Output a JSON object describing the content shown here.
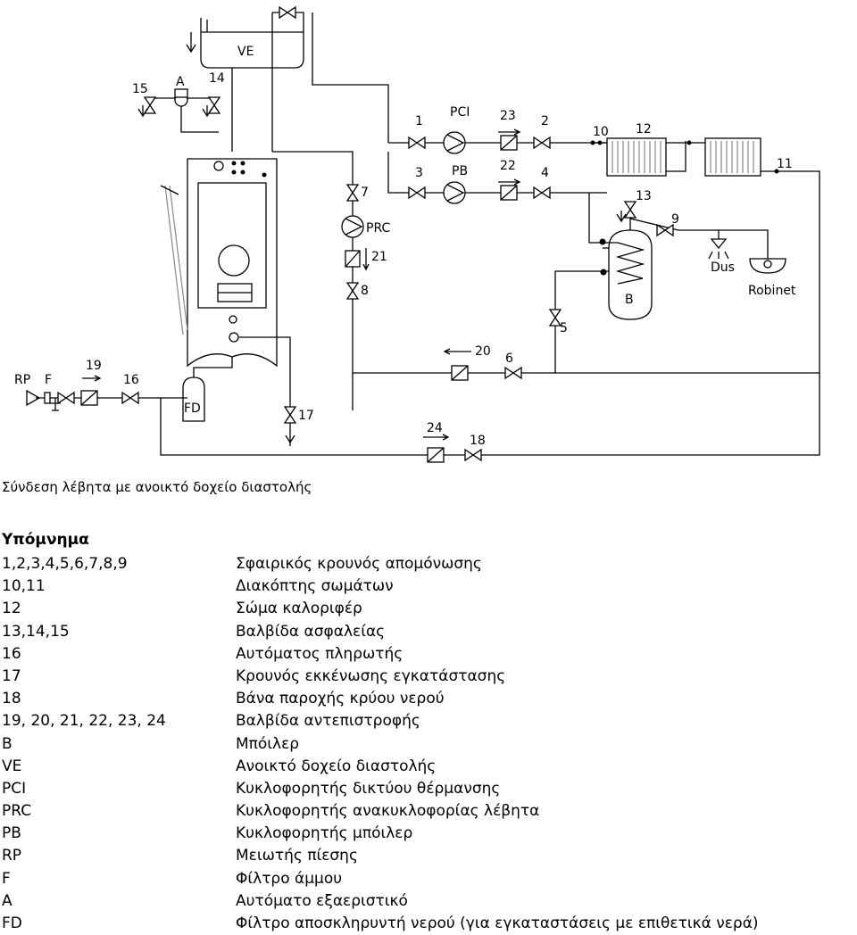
{
  "diagram": {
    "labels": {
      "ve": "VE",
      "a": "A",
      "n15": "15",
      "n14": "14",
      "n1": "1",
      "pci": "PCI",
      "n23": "23",
      "n2": "2",
      "n10": "10",
      "n12": "12",
      "n3": "3",
      "pb": "PB",
      "n22": "22",
      "n4": "4",
      "n11": "11",
      "n7": "7",
      "prc": "PRC",
      "n21": "21",
      "n8": "8",
      "n13": "13",
      "n9": "9",
      "dus": "Dus",
      "robinet": "Robinet",
      "b": "B",
      "n5": "5",
      "n20": "20",
      "n6": "6",
      "rp": "RP",
      "f": "F",
      "n19": "19",
      "n16": "16",
      "fd": "FD",
      "n17": "17",
      "n24": "24",
      "n18": "18"
    }
  },
  "caption": "Σύνδεση λέβητα με ανοικτό δοχείο διαστολής",
  "legend": {
    "title": "Υπόμνημα",
    "items": [
      {
        "key": "1,2,3,4,5,6,7,8,9",
        "desc": "Σφαιρικός κρουνός απομόνωσης"
      },
      {
        "key": "10,11",
        "desc": "Διακόπτης σωμάτων"
      },
      {
        "key": "12",
        "desc": "Σώμα καλοριφέρ"
      },
      {
        "key": "13,14,15",
        "desc": "Βαλβίδα ασφαλείας"
      },
      {
        "key": "16",
        "desc": "Αυτόματος πληρωτής"
      },
      {
        "key": "17",
        "desc": "Κρουνός εκκένωσης εγκατάστασης"
      },
      {
        "key": "18",
        "desc": "Βάνα παροχής κρύου νερού"
      },
      {
        "key": "19, 20, 21, 22, 23, 24",
        "desc": "Βαλβίδα αντεπιστροφής"
      },
      {
        "key": "B",
        "desc": "Μπόιλερ"
      },
      {
        "key": "VE",
        "desc": "Ανοικτό δοχείο διαστολής"
      },
      {
        "key": "PCI",
        "desc": "Κυκλοφορητής δικτύου θέρμανσης"
      },
      {
        "key": "PRC",
        "desc": "Κυκλοφορητής ανακυκλοφορίας λέβητα"
      },
      {
        "key": "PB",
        "desc": "Κυκλοφορητής μπόιλερ"
      },
      {
        "key": "RP",
        "desc": "Μειωτής πίεσης"
      },
      {
        "key": "F",
        "desc": "Φίλτρο άμμου"
      },
      {
        "key": "A",
        "desc": "Αυτόματο εξαεριστικό"
      },
      {
        "key": "FD",
        "desc": "Φίλτρο αποσκληρυντή νερού (για εγκαταστάσεις με επιθετικά νερά)"
      }
    ]
  }
}
